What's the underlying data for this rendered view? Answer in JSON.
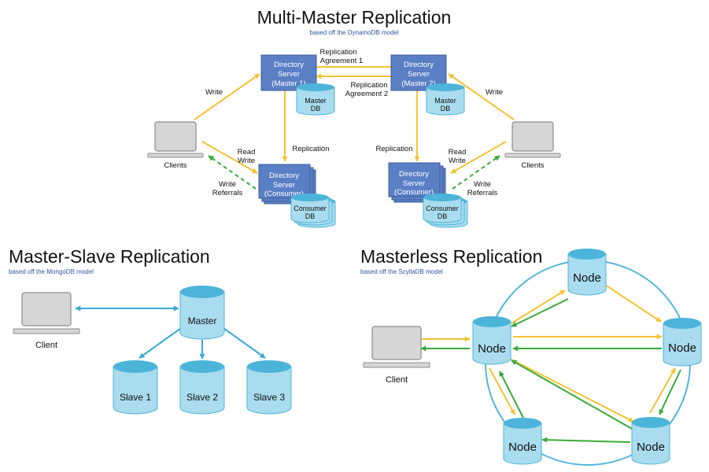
{
  "multi_master": {
    "title": "Multi-Master Replication",
    "subtitle": "based off the DynamoDB model",
    "master1": [
      "Directory",
      "Server",
      "(Master 1)"
    ],
    "master2": [
      "Directory",
      "Server",
      "(Master 2)"
    ],
    "master_db": [
      "Master",
      "DB"
    ],
    "consumer": [
      "Directory",
      "Server",
      "(Consumer)"
    ],
    "consumer_db": [
      "Consumer",
      "DB"
    ],
    "agreement1": [
      "Replication",
      "Agreement 1"
    ],
    "agreement2": [
      "Replication",
      "Agreement 2"
    ],
    "write": "Write",
    "replication": "Replication",
    "read_write": [
      "Read",
      "Write"
    ],
    "write_referrals": [
      "Write",
      "Referrals"
    ],
    "clients": "Clients"
  },
  "master_slave": {
    "title": "Master-Slave Replication",
    "subtitle": "based off the MongoDB model",
    "client": "Client",
    "master": "Master",
    "slaves": [
      "Slave 1",
      "Slave 2",
      "Slave 3"
    ]
  },
  "masterless": {
    "title": "Masterless Replication",
    "subtitle": "based off the ScyllaDB model",
    "client": "Client",
    "node": "Node"
  },
  "colors": {
    "server_fill": "#5b7fc4",
    "db_fill": "#a9dcee",
    "db_top": "#4db4d9",
    "arrow_yellow": "#f6c233",
    "arrow_green": "#3aaa3a",
    "arrow_blue": "#3aa9d6",
    "ring": "#52b6dd"
  }
}
